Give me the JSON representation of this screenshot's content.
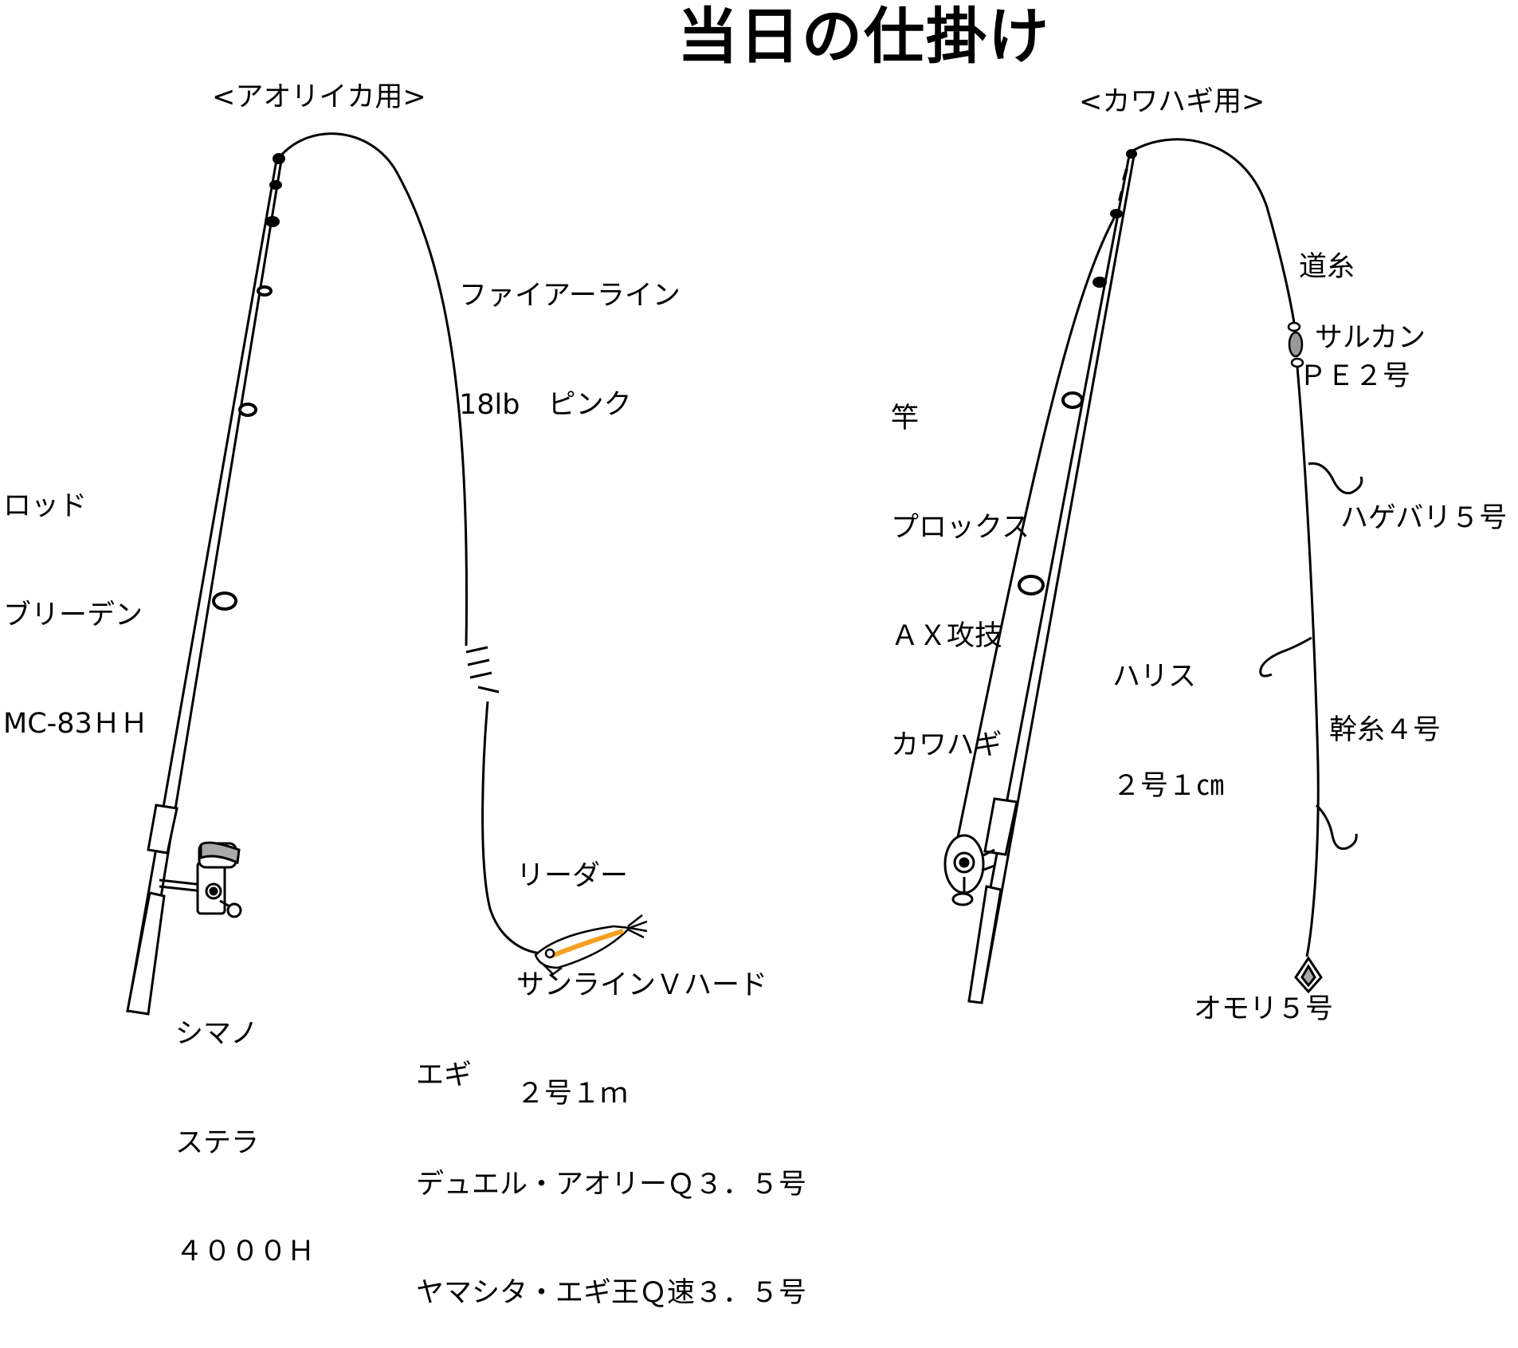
{
  "title": "当日の仕掛け",
  "aori": {
    "heading": "<アオリイカ用>",
    "rod": [
      "ロッド",
      "ブリーデン",
      "MC-83ＨＨ"
    ],
    "main_line": [
      "ファイアーライン",
      "18lb　ピンク"
    ],
    "leader": [
      "リーダー",
      "サンラインＶハード",
      "２号１ｍ"
    ],
    "reel": [
      "シマノ",
      "ステラ",
      "４０００Ｈ"
    ],
    "egi": [
      "エギ",
      "デュエル・アオリーＱ３．５号",
      "ヤマシタ・エギ王Ｑ速３．５号"
    ]
  },
  "kawahagi": {
    "heading": "<カワハギ用>",
    "rod": [
      "竿",
      "プロックス",
      "ＡＸ攻技",
      "カワハギ"
    ],
    "main_line": [
      "道糸",
      "ＰＥ２号"
    ],
    "swivel": "サルカン",
    "hook": "ハゲバリ５号",
    "harisu": [
      "ハリス",
      "２号１㎝"
    ],
    "trunk_line": "幹糸４号",
    "sinker": "オモリ５号"
  },
  "colors": {
    "line": "#000000",
    "egi_body": "#f5a020",
    "swivel": "#999999",
    "reel_band": "#aaaaaa"
  }
}
